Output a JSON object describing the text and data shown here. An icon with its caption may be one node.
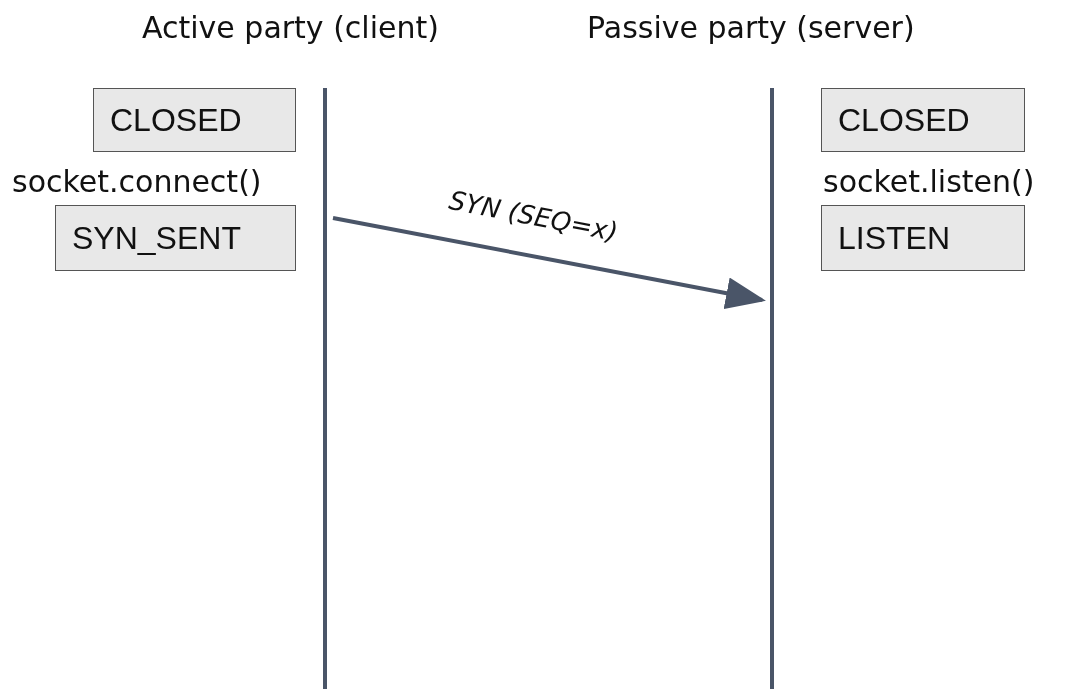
{
  "diagram": {
    "nodes": [
      {
        "text": [
          "CLOSED"
        ]
      },
      {
        "text": [
          "CLOSED"
        ]
      },
      {
        "text": [
          "SYN_SENT"
        ]
      },
      {
        "text": [
          "LISTEN"
        ]
      },
      {
        "text": [],
        "shape": "bar"
      },
      {
        "text": [],
        "shape": "bar"
      }
    ],
    "edges": [
      {
        "from": 4,
        "to": 5,
        "arrow": "to",
        "label": "SYN (SEQ=x)"
      }
    ],
    "labels": [
      "Active party (client)",
      "Passive party (server)",
      "socket.connect()",
      "socket.listen()"
    ]
  }
}
